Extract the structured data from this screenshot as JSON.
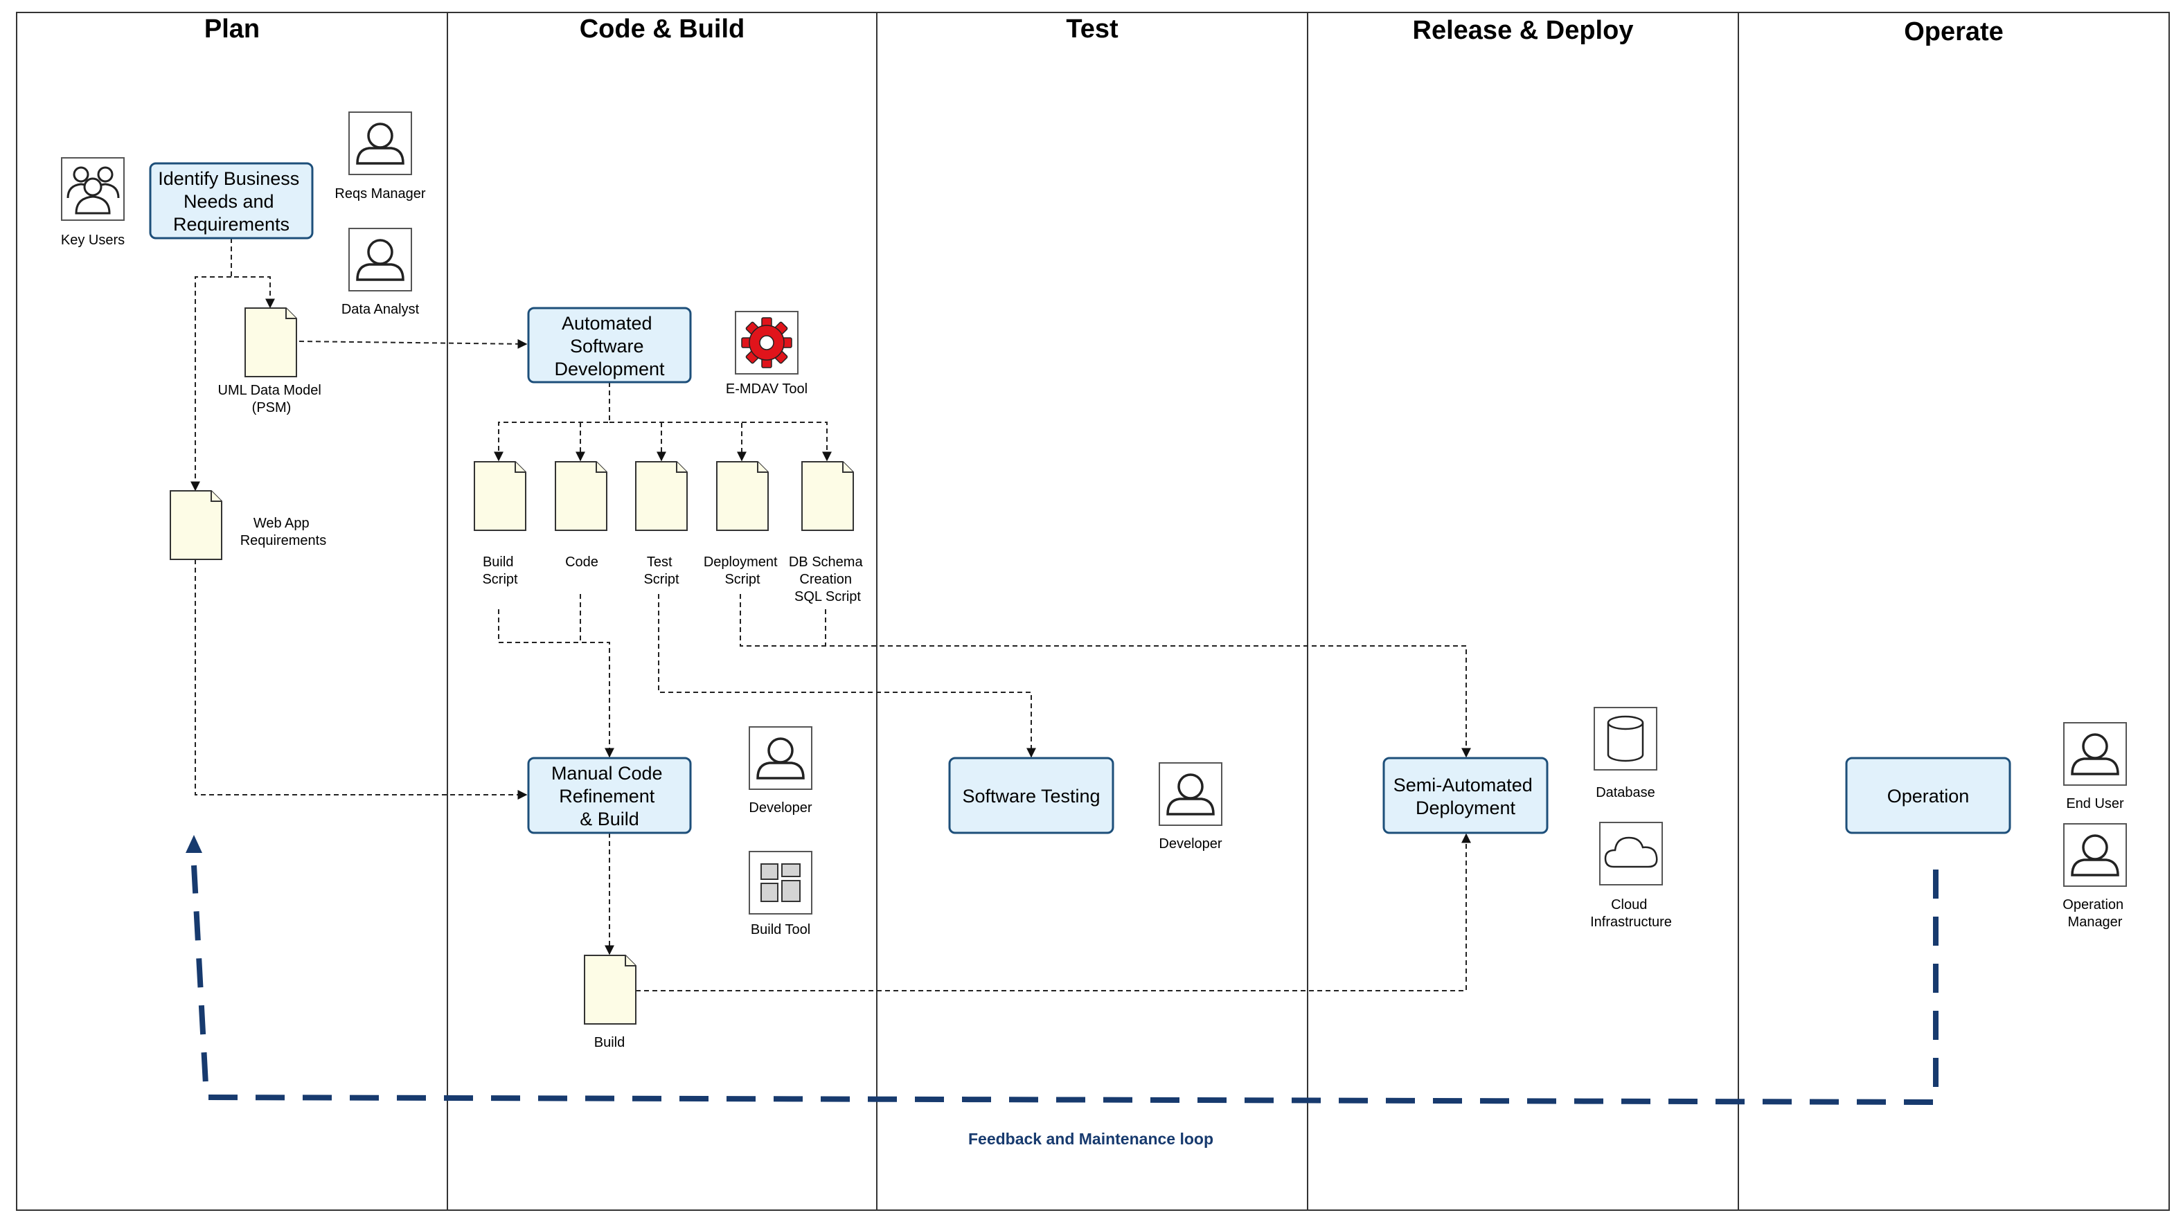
{
  "lanes": [
    {
      "title": "Plan"
    },
    {
      "title": "Code & Build"
    },
    {
      "title": "Test"
    },
    {
      "title": "Release & Deploy"
    },
    {
      "title": "Operate"
    }
  ],
  "processes": {
    "identify": [
      "Identify Business",
      "Needs and",
      "Requirements"
    ],
    "automated": [
      "Automated",
      "Software",
      "Development"
    ],
    "manual": [
      "Manual Code",
      "Refinement",
      "& Build"
    ],
    "testing": [
      "Software Testing"
    ],
    "deployment": [
      "Semi-Automated",
      "Deployment"
    ],
    "operation": [
      "Operation"
    ]
  },
  "actors": {
    "key_users": [
      "Key Users"
    ],
    "reqs_manager": [
      "Reqs Manager"
    ],
    "data_analyst": [
      "Data Analyst"
    ],
    "developer_build": [
      "Developer"
    ],
    "developer_test": [
      "Developer"
    ],
    "end_user": [
      "End User"
    ],
    "operation_manager": [
      "Operation",
      "Manager"
    ]
  },
  "tools": {
    "emdav": [
      "E-MDAV Tool"
    ],
    "build_tool": [
      "Build Tool"
    ],
    "database": [
      "Database"
    ],
    "cloud": [
      "Cloud",
      "Infrastructure"
    ]
  },
  "documents": {
    "uml": [
      "UML Data Model",
      "(PSM)"
    ],
    "webapp": [
      "Web App",
      "Requirements"
    ],
    "build_script": [
      "Build",
      "Script"
    ],
    "code": [
      "Code"
    ],
    "test_script": [
      "Test",
      "Script"
    ],
    "deploy_script": [
      "Deployment",
      "Script"
    ],
    "db_schema": [
      "DB Schema",
      "Creation",
      "SQL Script"
    ],
    "build": [
      "Build"
    ]
  },
  "feedback_loop": {
    "label": "Feedback and Maintenance loop"
  },
  "colors": {
    "process_fill": "#e1f1fb",
    "process_stroke": "#1d4f7a",
    "document_fill": "#fdfce6",
    "loop": "#173a6e",
    "gear": "#e0141b"
  }
}
